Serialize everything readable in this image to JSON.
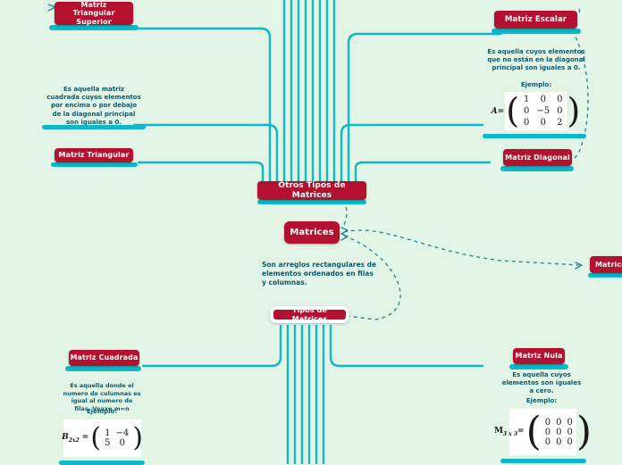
{
  "colors": {
    "background": "#e2f4e6",
    "node": "#b3112f",
    "node_text": "#ffffff",
    "bar": "#0fb8c6",
    "link": "#1f8a9c",
    "body_text": "#0d5b6e",
    "card": "#ffffff"
  },
  "nodes": {
    "center": "Matrices",
    "tipos": "Tipos de Matrices",
    "otros": "Otros Tipos de Matrices",
    "triangular_superior": "Matriz Triangular Superior",
    "triangular": "Matriz Triangular",
    "escalar": "Matriz Escalar",
    "diagonal": "Matriz Diagonal",
    "cuadrada": "Matriz Cuadrada",
    "nula": "Matriz Nula",
    "right_clipped": "Matrice"
  },
  "center_description": "Son arreglos rectangulares de elementos ordenados en filas y columnas.",
  "branches": {
    "triangular": {
      "description": "Es aquella matriz cuadrada cuyos elementos por encima o por debajo de la diagonal principal son iguales a 0."
    },
    "escalar_diagonal": {
      "description": "Es aquella cuyos elementos que no están en la diagonal principal son iguales a 0.",
      "ejemplo_label": "Ejemplo:",
      "matrix": {
        "label": "A=",
        "rows": [
          [
            "1",
            "0",
            "0"
          ],
          [
            "0",
            "−5",
            "0"
          ],
          [
            "0",
            "0",
            "2"
          ]
        ]
      }
    },
    "cuadrada": {
      "description": "Es aquella donde el numero de columnas es igual al numero de filas. Veaxe m=n",
      "ejemplo_label": "Ejemplo:",
      "matrix": {
        "label": "B",
        "sub": "2x2",
        "eq": "=",
        "rows": [
          [
            "1",
            "−4"
          ],
          [
            "5",
            "0"
          ]
        ]
      }
    },
    "nula": {
      "description": "Es aquella  cuyos elementos son iguales a cero.",
      "ejemplo_label": "Ejemplo:",
      "matrix": {
        "label": "M",
        "sub": "3 x 3",
        "eq": "=",
        "rows": [
          [
            "0",
            "0",
            "0"
          ],
          [
            "0",
            "0",
            "0"
          ],
          [
            "0",
            "0",
            "0"
          ]
        ]
      }
    }
  }
}
